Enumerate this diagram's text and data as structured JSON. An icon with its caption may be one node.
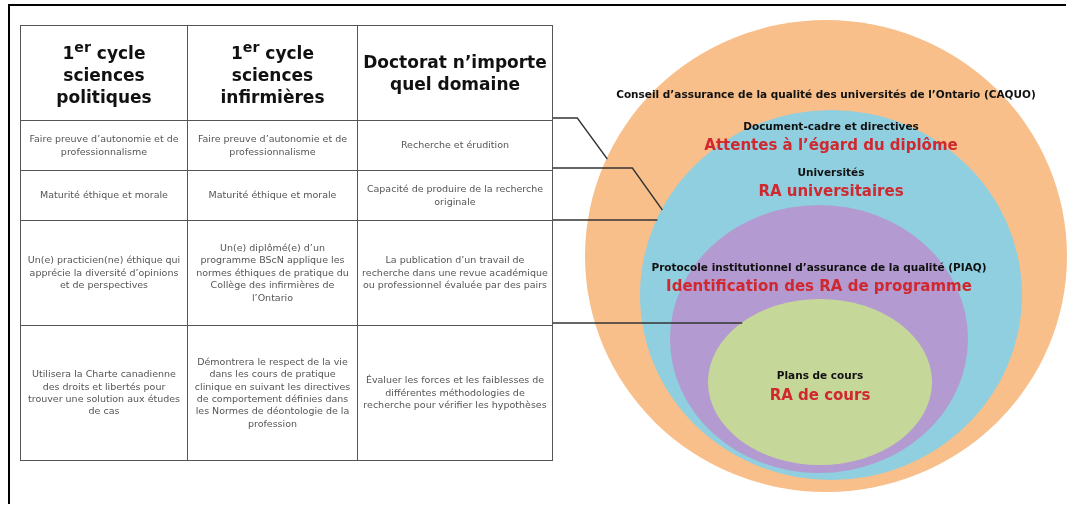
{
  "diagram": {
    "nodes": [
      {
        "text": [
          "Conseil d’assurance de la qualité des universités de l’Ontario (CAQUO)"
        ]
      },
      {
        "text": [
          "Document-cadre et directives",
          "Attentes à l’égard du diplôme",
          "Universités",
          "RA universitaires"
        ],
        "in": 0
      },
      {
        "text": [
          "Protocole institutionnel d’assurance de la qualité (PIAQ)",
          "Identification des RA de programme"
        ],
        "in": 1
      },
      {
        "text": [
          "Plans de cours",
          "RA de cours"
        ],
        "in": 2
      }
    ],
    "edges": [
      {
        "from": null,
        "to": 0,
        "arrow": "none"
      },
      {
        "from": null,
        "to": 1,
        "arrow": "none"
      },
      {
        "from": null,
        "to": 1,
        "arrow": "none"
      },
      {
        "from": null,
        "to": 3,
        "arrow": "none"
      }
    ],
    "labels": [
      "1$^{er}$ cycle sciences politiques",
      "1$^{er}$ cycle sciences infirmières",
      "Doctorat n’importe quel domaine",
      "Faire preuve d’autonomie et de professionnalisme",
      "Faire preuve d’autonomie et de professionnalisme",
      "Recherche et érudition",
      "Maturité éthique et morale",
      "Maturité éthique et morale",
      "Capacité de produire de la recherche originale",
      "Un(e) practicien(ne) éthique qui apprécie la diversité d’opinions et de perspectives",
      "Un(e) diplômé(e) d’un programme BScN applique les normes éthiques de pratique du Collège des infirmières de l’Ontario",
      "La publication d’un travail de recherche dans une revue académique ou professionnel évaluée par des pairs",
      "Utilisera la Charte canadienne des droits et libertés pour trouver une solution aux études de cas",
      "Démontrera le respect de la vie dans les cours de pratique clinique en suivant les directives de comportement définies dans les Normes de déontologie de la profession",
      "Évaluer les forces et les faiblesses de différentes méthodologies de recherche pour vérifier les hypothèses"
    ]
  }
}
